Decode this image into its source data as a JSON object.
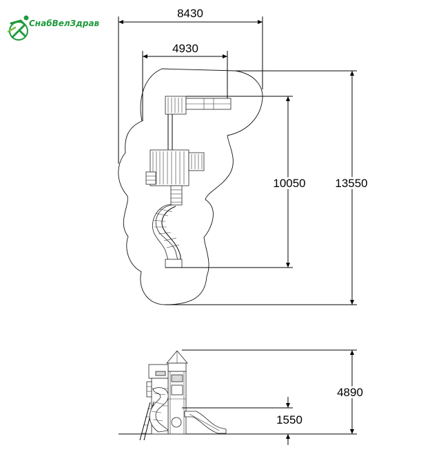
{
  "logo": {
    "text": "СнабВелЗдрав",
    "brand_color": "#1f9a3c"
  },
  "plan_view": {
    "dims": {
      "overall_width": "8430",
      "inner_width": "4930",
      "equipment_length": "10050",
      "overall_length": "13550"
    }
  },
  "side_view": {
    "dims": {
      "total_height": "4890",
      "platform_height": "1550"
    }
  }
}
